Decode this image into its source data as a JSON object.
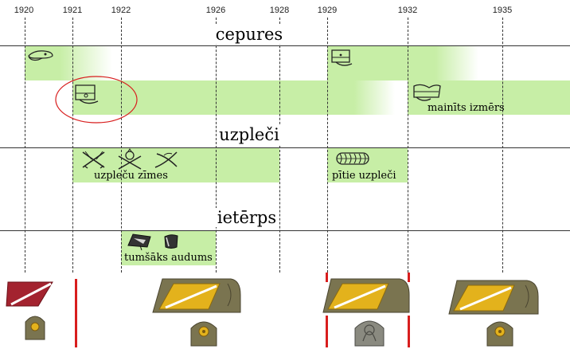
{
  "timeline": {
    "years": [
      "1920",
      "1921",
      "1922",
      "1926",
      "1928",
      "1929",
      "1932",
      "1935"
    ]
  },
  "sections": {
    "caps": "cepures",
    "shoulder_straps": "uzpleči",
    "uniform": "ietērps"
  },
  "labels": {
    "size_changed": "mainīts izmērs",
    "strap_insignia": "uzpleču zīmes",
    "braided_straps": "pītie uzpleči",
    "darker_fabric": "tumšāks audums"
  },
  "colors": {
    "band_green": "#c7eea6",
    "highlight_red": "#d81e1e",
    "collar_red": "#a3232f",
    "collar_olive": "#7a7450",
    "collar_yellow": "#e3b21c"
  },
  "icons": [
    "peaked-cap-icon",
    "kepi-cap-icon",
    "kepi-cap-icon",
    "kepi-cap-icon",
    "crossed-swords-icon",
    "cannon-crossed-icon",
    "crossed-sabers-icon",
    "braided-strap-icon",
    "fabric-swatch-icon",
    "collar-tab-icon",
    "shoulder-badge-icon"
  ]
}
